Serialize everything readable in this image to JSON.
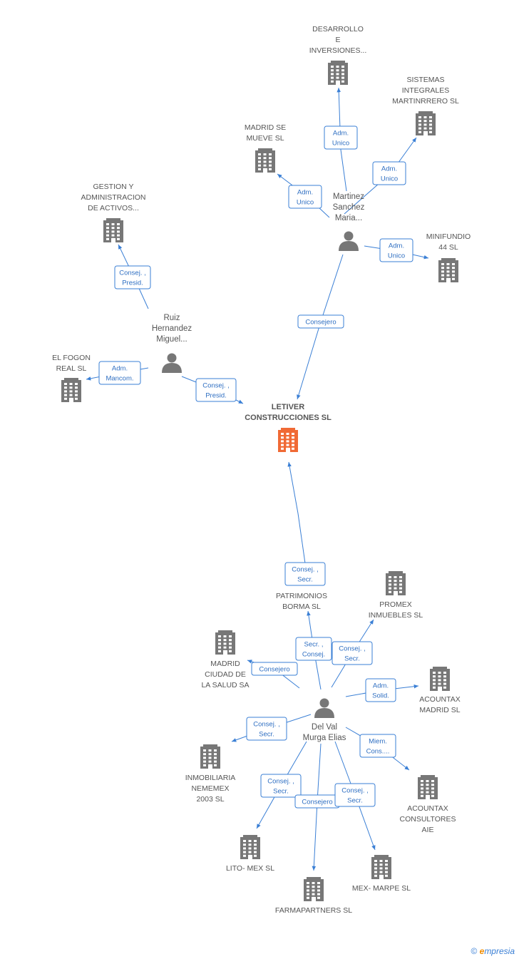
{
  "colors": {
    "edge": "#3a7fd5",
    "company": "#777777",
    "center": "#f06a35",
    "person": "#777777",
    "role_text": "#2f6fc2"
  },
  "center": {
    "lines": [
      "LETIVER",
      "CONSTRUCCIONES SL"
    ],
    "icon": "building-icon"
  },
  "people": [
    {
      "id": "martinez",
      "lines": [
        "Martinez",
        "Sanchez",
        "Maria..."
      ],
      "icon": "person-icon"
    },
    {
      "id": "ruiz",
      "lines": [
        "Ruiz",
        "Hernandez",
        "Miguel..."
      ],
      "icon": "person-icon"
    },
    {
      "id": "delval",
      "lines": [
        "Del Val",
        "Murga Elias"
      ],
      "icon": "person-icon"
    }
  ],
  "companies": [
    {
      "id": "desarrollo",
      "lines": [
        "DESARROLLO",
        "E",
        "INVERSIONES..."
      ]
    },
    {
      "id": "sistemas",
      "lines": [
        "SISTEMAS",
        "INTEGRALES",
        "MARTINRRERO SL"
      ]
    },
    {
      "id": "madridse",
      "lines": [
        "MADRID SE",
        "MUEVE SL"
      ]
    },
    {
      "id": "minifundio",
      "lines": [
        "MINIFUNDIO",
        "44 SL"
      ]
    },
    {
      "id": "gestion",
      "lines": [
        "GESTION Y",
        "ADMINISTRACION",
        "DE ACTIVOS..."
      ]
    },
    {
      "id": "elfogon",
      "lines": [
        "EL FOGON",
        "REAL SL"
      ]
    },
    {
      "id": "patrimonios",
      "lines": [
        "PATRIMONIOS",
        "BORMA SL"
      ]
    },
    {
      "id": "promex",
      "lines": [
        "PROMEX",
        "INMUEBLES SL"
      ]
    },
    {
      "id": "madridciudad",
      "lines": [
        "MADRID",
        "CIUDAD DE",
        "LA SALUD SA"
      ]
    },
    {
      "id": "acountaxmadrid",
      "lines": [
        "ACOUNTAX",
        "MADRID  SL"
      ]
    },
    {
      "id": "inmobiliaria",
      "lines": [
        "INMOBILIARIA",
        "NEMEMEX",
        "2003 SL"
      ]
    },
    {
      "id": "acountaxcons",
      "lines": [
        "ACOUNTAX",
        "CONSULTORES",
        "AIE"
      ]
    },
    {
      "id": "litomex",
      "lines": [
        "LITO- MEX SL"
      ]
    },
    {
      "id": "mexmarpe",
      "lines": [
        "MEX- MARPE SL"
      ]
    },
    {
      "id": "farmapartners",
      "lines": [
        "FARMAPARTNERS SL"
      ]
    }
  ],
  "relations": [
    {
      "from": "martinez",
      "to": "desarrollo",
      "lines": [
        "Adm.",
        "Unico"
      ]
    },
    {
      "from": "martinez",
      "to": "sistemas",
      "lines": [
        "Adm.",
        "Unico"
      ]
    },
    {
      "from": "martinez",
      "to": "madridse",
      "lines": [
        "Adm.",
        "Unico"
      ]
    },
    {
      "from": "martinez",
      "to": "minifundio",
      "lines": [
        "Adm.",
        "Unico"
      ]
    },
    {
      "from": "martinez",
      "to": "center",
      "lines": [
        "Consejero"
      ]
    },
    {
      "from": "ruiz",
      "to": "gestion",
      "lines": [
        "Consej. ,",
        "Presid."
      ]
    },
    {
      "from": "ruiz",
      "to": "elfogon",
      "lines": [
        "Adm.",
        "Mancom."
      ]
    },
    {
      "from": "ruiz",
      "to": "center",
      "lines": [
        "Consej. ,",
        "Presid."
      ]
    },
    {
      "from": "delval",
      "to": "center",
      "lines": [
        "Consej. ,",
        "Secr."
      ]
    },
    {
      "from": "delval",
      "to": "patrimonios",
      "lines": [
        "Secr. ,",
        "Consej."
      ]
    },
    {
      "from": "delval",
      "to": "promex",
      "lines": [
        "Consej. ,",
        "Secr."
      ]
    },
    {
      "from": "delval",
      "to": "madridciudad",
      "lines": [
        "Consejero"
      ]
    },
    {
      "from": "delval",
      "to": "acountaxmadrid",
      "lines": [
        "Adm.",
        "Solid."
      ]
    },
    {
      "from": "delval",
      "to": "inmobiliaria",
      "lines": [
        "Consej. ,",
        "Secr."
      ]
    },
    {
      "from": "delval",
      "to": "acountaxcons",
      "lines": [
        "Miem.",
        "Cons...."
      ]
    },
    {
      "from": "delval",
      "to": "litomex",
      "lines": [
        "Consej. ,",
        "Secr."
      ]
    },
    {
      "from": "delval",
      "to": "farmapartners",
      "lines": [
        "Consejero"
      ]
    },
    {
      "from": "delval",
      "to": "mexmarpe",
      "lines": [
        "Consej. ,",
        "Secr."
      ]
    }
  ],
  "watermark": {
    "copyright": "©",
    "brand_initial": "e",
    "brand_rest": "mpresia"
  }
}
